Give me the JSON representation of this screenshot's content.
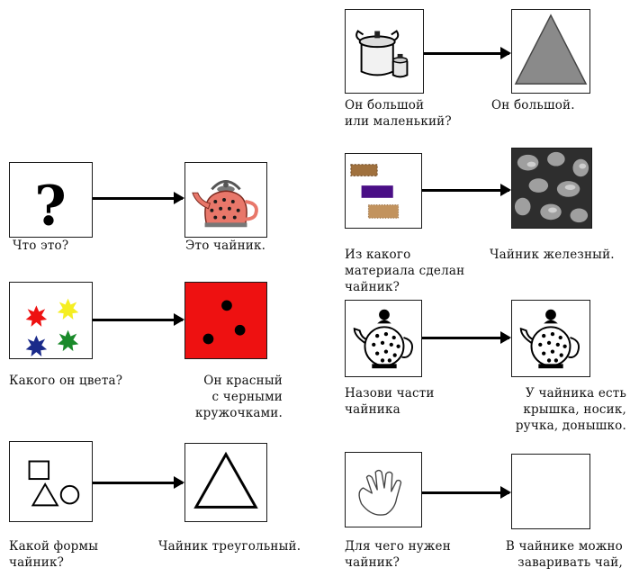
{
  "rows": [
    {
      "id": "what",
      "question": "Что это?",
      "answer": "Это чайник."
    },
    {
      "id": "color",
      "question": "Какого он цвета?",
      "answer": "Он красный\nс черными\nкружочками."
    },
    {
      "id": "shape",
      "question": "Какой формы\nчайник?",
      "answer": "Чайник треугольный."
    },
    {
      "id": "size",
      "question": "Он большой\nили маленький?",
      "answer": "Он большой."
    },
    {
      "id": "material",
      "question": "Из какого\nматериала сделан\nчайник?",
      "answer": "Чайник железный."
    },
    {
      "id": "parts",
      "question": "Назови части\nчайника",
      "answer": "У чайника есть\nкрышка, носик,\nручка, донышко."
    },
    {
      "id": "purpose",
      "question": "Для чего нужен\nчайник?",
      "answer": "В чайнике можно\nзаваривать чай,"
    }
  ],
  "icons": {
    "what_q": "question-mark-icon",
    "what_a": "red-teapot-icon",
    "color_q": "color-blots-icon",
    "color_a": "red-square-black-dots-icon",
    "shape_q": "shapes-icon",
    "shape_a": "triangle-outline-icon",
    "size_q": "pots-icon",
    "size_a": "gray-triangle-icon",
    "material_q": "material-swatches-icon",
    "material_a": "metal-texture-icon",
    "parts_q": "dotted-teapot-icon",
    "parts_a": "dotted-teapot-icon",
    "purpose_q": "hand-icon",
    "purpose_a": "empty-card"
  },
  "colors": {
    "red": "#ee1111",
    "teapot": "#e8776a",
    "purple": "#4a0f86",
    "gray": "#8a8a8a"
  }
}
